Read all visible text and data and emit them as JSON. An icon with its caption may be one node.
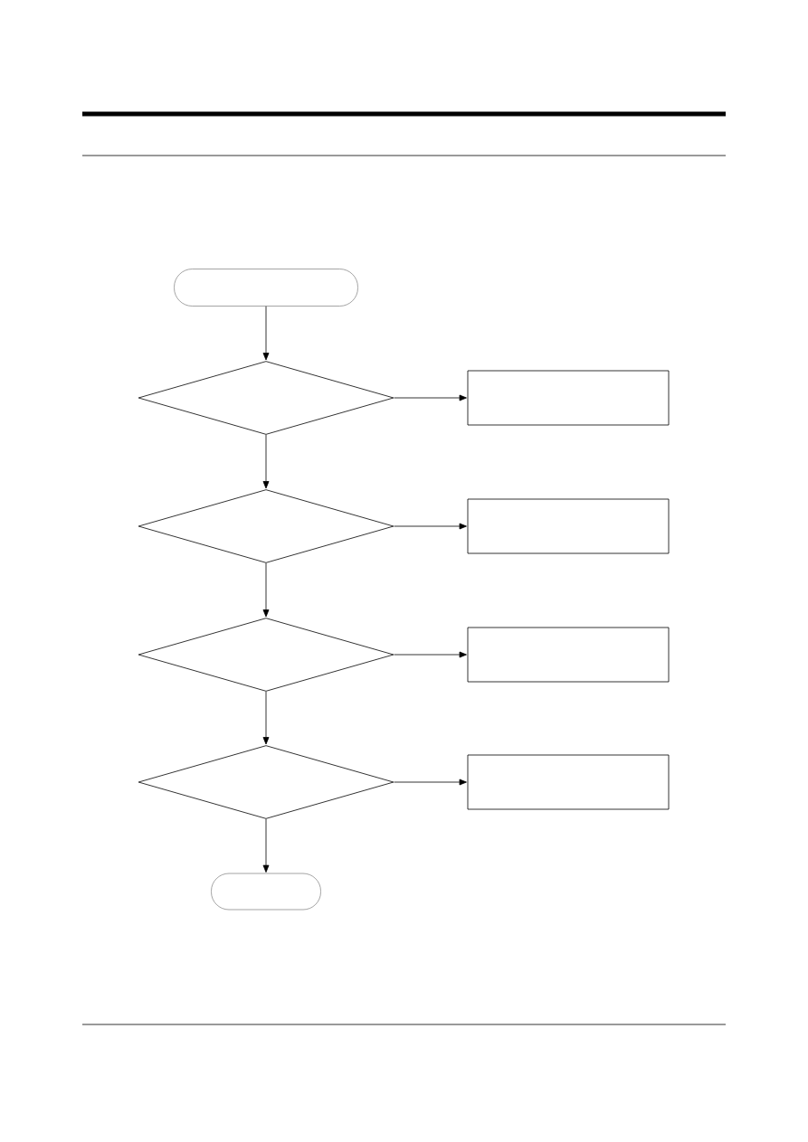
{
  "diagram": {
    "nodes": [
      {
        "text": [],
        "shape": "box"
      },
      {
        "text": [],
        "shape": "diamond"
      },
      {
        "text": [],
        "shape": "box"
      },
      {
        "text": [],
        "shape": "diamond"
      },
      {
        "text": [],
        "shape": "box"
      },
      {
        "text": [],
        "shape": "diamond"
      },
      {
        "text": [],
        "shape": "box"
      },
      {
        "text": [],
        "shape": "diamond"
      },
      {
        "text": [],
        "shape": "box"
      },
      {
        "text": [],
        "shape": "box"
      }
    ],
    "edges": [
      {
        "from": 0,
        "to": 1,
        "arrow": "to"
      },
      {
        "from": 1,
        "to": 2,
        "arrow": "to"
      },
      {
        "from": 1,
        "to": 3,
        "arrow": "to"
      },
      {
        "from": 3,
        "to": 4,
        "arrow": "to"
      },
      {
        "from": 3,
        "to": 5,
        "arrow": "to"
      },
      {
        "from": 5,
        "to": 6,
        "arrow": "to"
      },
      {
        "from": 5,
        "to": 7,
        "arrow": "to"
      },
      {
        "from": 7,
        "to": 8,
        "arrow": "to"
      },
      {
        "from": 7,
        "to": 9,
        "arrow": "to"
      }
    ]
  }
}
